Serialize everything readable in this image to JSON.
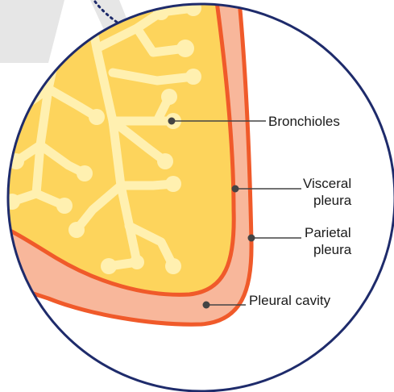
{
  "labels": {
    "bronchioles": "Bronchioles",
    "visceral_line1": "Visceral",
    "visceral_line2": "pleura",
    "parietal_line1": "Parietal",
    "parietal_line2": "pleura",
    "pleural_cavity": "Pleural cavity"
  },
  "colors": {
    "lung_fill": "#FDD45C",
    "bronchiole_fill": "#FFF0B0",
    "pleura_fill": "#F8B79B",
    "pleura_stroke": "#F05A2A",
    "magnifier_ring": "#1E2B6B",
    "leader_line": "#444444",
    "connector_gray": "#E6E6E6",
    "connector_dots": "#1E2B6B"
  }
}
